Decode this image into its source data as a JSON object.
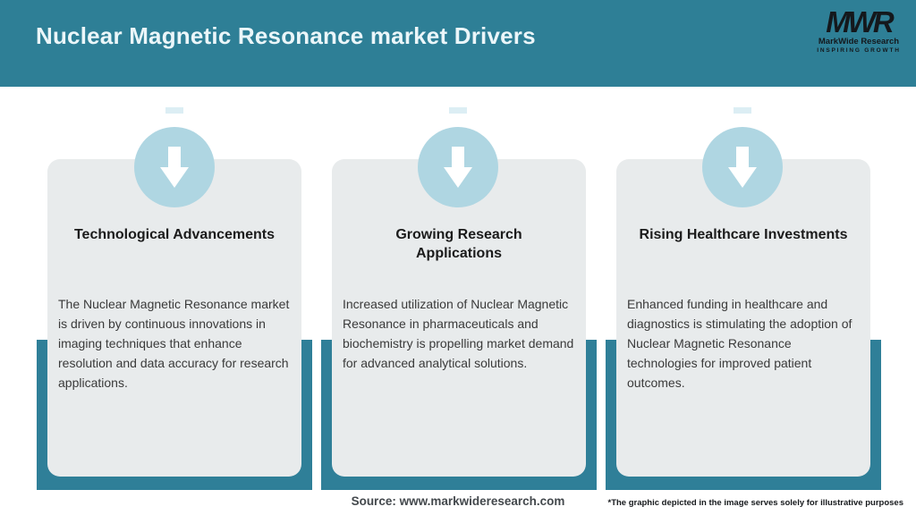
{
  "header": {
    "title": "Nuclear Magnetic Resonance market Drivers",
    "logo": {
      "acronym": "MWR",
      "name": "MarkWide Research",
      "tagline": "INSPIRING GROWTH"
    }
  },
  "cards": [
    {
      "icon": "down-arrow",
      "title": "Technological Advancements",
      "body": "The Nuclear Magnetic Resonance market is driven by continuous innovations in imaging techniques that enhance resolution and data accuracy for research applications."
    },
    {
      "icon": "down-arrow",
      "title": "Growing Research Applications",
      "body": "Increased utilization of Nuclear Magnetic Resonance in pharmaceuticals and biochemistry is propelling market demand for advanced analytical solutions."
    },
    {
      "icon": "down-arrow",
      "title": "Rising Healthcare Investments",
      "body": "Enhanced funding in healthcare and diagnostics is stimulating the adoption of Nuclear Magnetic Resonance technologies for improved patient outcomes."
    }
  ],
  "footer": {
    "source": "Source: www.markwideresearch.com",
    "disclaimer": "*The graphic depicted in the image serves solely for illustrative purposes"
  },
  "colors": {
    "header_bg": "#2e7f96",
    "panel_teal": "#2f7f98",
    "circle_blue": "#afd6e2",
    "card_bg": "#e8ebec",
    "heading_text": "#1b1b1b",
    "body_text": "#3a3a3a",
    "header_title": "#ebf6f9",
    "logo_text": "#14181c",
    "source_text": "#43484c"
  }
}
